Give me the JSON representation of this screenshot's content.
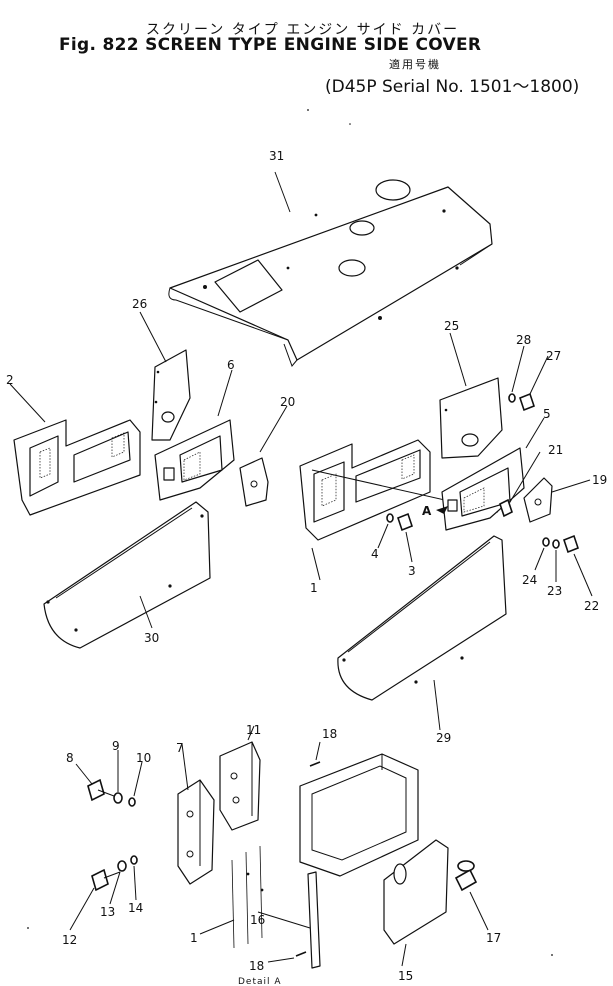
{
  "header": {
    "jp_title": "スクリーン タイプ エンジン サイド カバー",
    "fig_title": "Fig. 822   SCREEN TYPE ENGINE SIDE COVER",
    "jp_applicable": "適用号機",
    "serial": "(D45P Serial No. 1501～1800)"
  },
  "callouts": [
    "1",
    "2",
    "3",
    "4",
    "5",
    "6",
    "7",
    "8",
    "9",
    "10",
    "11",
    "12",
    "13",
    "14",
    "15",
    "16",
    "17",
    "18",
    "19",
    "20",
    "21",
    "22",
    "23",
    "24",
    "25",
    "26",
    "27",
    "28",
    "29",
    "30",
    "31"
  ],
  "detail_caption": "Detail  A",
  "arrow_label": "A"
}
